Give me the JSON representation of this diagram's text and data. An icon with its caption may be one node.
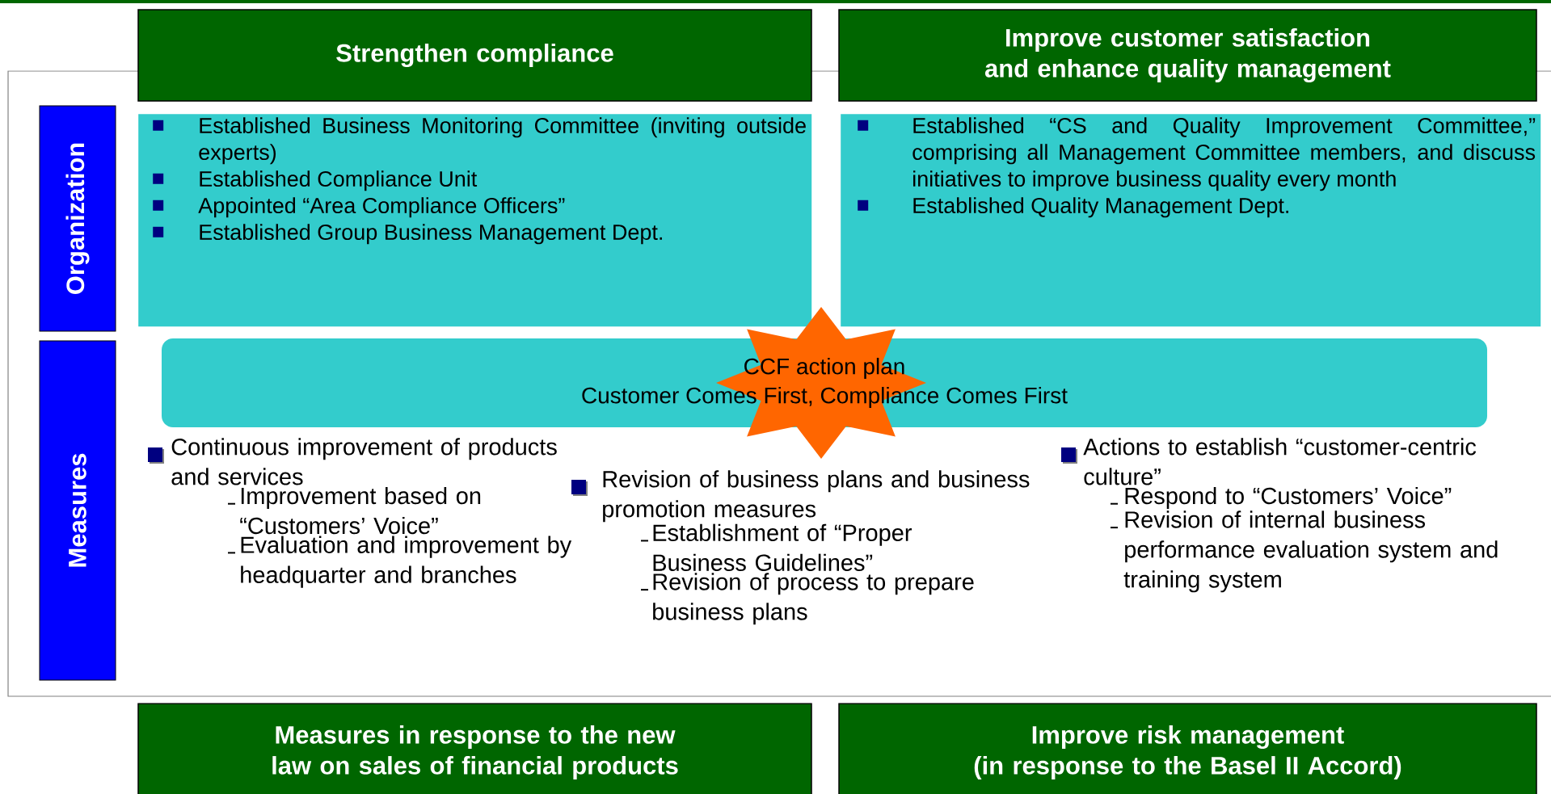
{
  "diagram": {
    "nodes": [
      {
        "text": [
          "Strengthen compliance"
        ]
      },
      {
        "text": [
          "Improve customer satisfaction and enhance quality management"
        ]
      },
      {
        "text": [
          "Organization"
        ]
      },
      {
        "text": [
          "Established Business Monitoring Committee (inviting outside experts)",
          "Established Compliance Unit",
          "Appointed “Area Compliance Officers”",
          "Established Group Business Management Dept."
        ]
      },
      {
        "text": [
          "Established “CS and Quality Improvement Committee,” comprising all Management Committee members, and discuss initiatives to improve business quality every month",
          "Established Quality Management Dept."
        ]
      },
      {
        "text": [
          "CCF action plan",
          "Customer Comes First, Compliance Comes First"
        ]
      },
      {
        "text": [
          "Measures"
        ]
      },
      {
        "text": [
          "Measures in response to the new law on sales of financial products"
        ]
      },
      {
        "text": [
          "Improve risk management",
          "(in response to the Basel II Accord)"
        ]
      }
    ],
    "labels": [
      "Continuous improvement of products and services",
      "Improvement based on “Customers’ Voice”",
      "Evaluation and improvement by headquarter and branches",
      "Revision of business plans and business promotion measures",
      "Establishment of “Proper Business Guidelines”",
      "Revision of process to prepare business plans",
      "Actions to establish “customer-centric culture”",
      "Respond to “Customers’ Voice”",
      "Revision of internal business performance evaluation system and training system"
    ]
  }
}
